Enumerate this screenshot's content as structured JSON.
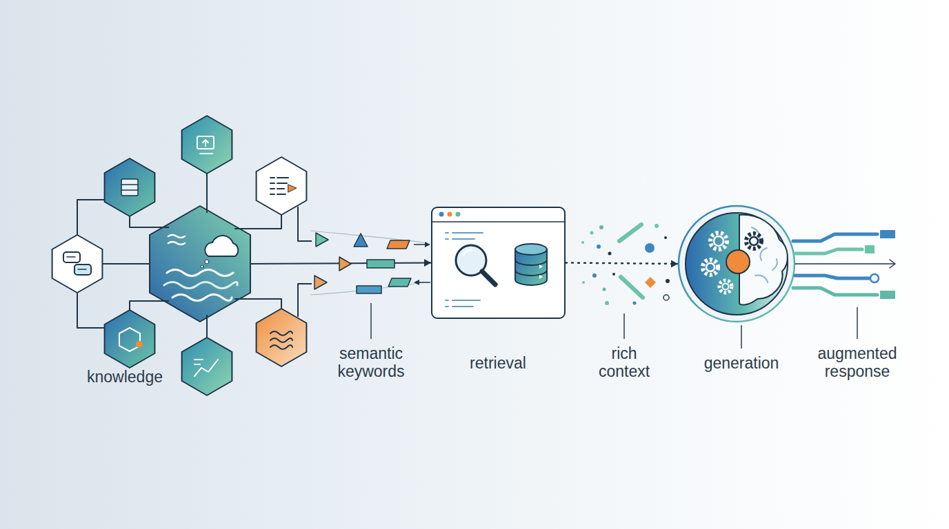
{
  "diagram": {
    "nodes": [
      {
        "text": [
          "knowledge"
        ]
      },
      {
        "text": [
          "retrieval"
        ]
      },
      {
        "text": [
          "generation"
        ]
      }
    ],
    "edges": [
      {
        "from": 0,
        "to": 1,
        "arrow": "to",
        "label": "semantic keywords"
      },
      {
        "from": 1,
        "to": 2,
        "arrow": "to",
        "label": "rich context"
      }
    ],
    "labels": [
      "augmented response"
    ]
  }
}
